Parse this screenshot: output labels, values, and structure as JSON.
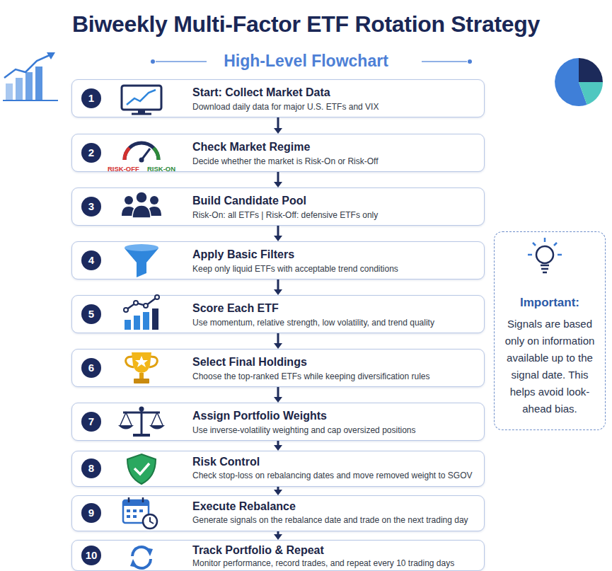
{
  "diagram": {
    "title": "Biweekly Multi-Factor ETF Rotation Strategy",
    "nodes": [
      {
        "text": [
          "Start: Collect Market Data",
          "Download daily data for major U.S. ETFs and VIX"
        ]
      },
      {
        "text": [
          "1"
        ],
        "in": 0
      },
      {
        "text": [
          "Check Market Regime",
          "Decide whether the market is Risk-On or Risk-Off"
        ]
      },
      {
        "text": [
          "2"
        ],
        "in": 2
      },
      {
        "text": [
          "Build Candidate Pool",
          "Risk-On: all ETFs | Risk-Off: defensive ETFs only"
        ]
      },
      {
        "text": [
          "3"
        ],
        "in": 4
      },
      {
        "text": [
          "Apply Basic Filters",
          "Keep only liquid ETFs with acceptable trend conditions"
        ]
      },
      {
        "text": [
          "4"
        ],
        "in": 6
      },
      {
        "text": [
          "Score Each ETF",
          "Use momentum, relative strength, low volatility, and trend quality"
        ]
      },
      {
        "text": [
          "5"
        ],
        "in": 8
      },
      {
        "text": [
          "Select Final Holdings",
          "Choose the top-ranked ETFs while keeping diversification rules"
        ]
      },
      {
        "text": [
          "6"
        ],
        "in": 10
      },
      {
        "text": [
          "Assign Portfolio Weights",
          "Use inverse-volatility weighting and cap oversized positions"
        ]
      },
      {
        "text": [
          "7"
        ],
        "in": 12
      },
      {
        "text": [
          "Risk Control",
          "Check stop-loss on rebalancing dates and move removed weight to SGOV"
        ]
      },
      {
        "text": [
          "8"
        ],
        "in": 14
      },
      {
        "text": [
          "Execute Rebalance",
          "Generate signals on the rebalance date and trade on the next trading day"
        ]
      },
      {
        "text": [
          "9"
        ],
        "in": 16
      },
      {
        "text": [
          "Track Portfolio & Repeat",
          "Monitor performance, record trades, and repeat every 10 trading days"
        ]
      },
      {
        "text": [
          "10"
        ],
        "in": 18
      },
      {
        "text": [
          "Important:",
          "Signals are based only on information available up to the signal date. This helps avoid look-ahead bias."
        ]
      }
    ],
    "edges": [
      {
        "from": 0,
        "to": 2,
        "arrow": "to"
      },
      {
        "from": 2,
        "to": 4,
        "arrow": "to"
      },
      {
        "from": 4,
        "to": 6,
        "arrow": "to"
      },
      {
        "from": 6,
        "to": 8,
        "arrow": "to"
      },
      {
        "from": 8,
        "to": 10,
        "arrow": "to"
      },
      {
        "from": 10,
        "to": 12,
        "arrow": "to"
      },
      {
        "from": 12,
        "to": 14,
        "arrow": "to"
      },
      {
        "from": 14,
        "to": 16,
        "arrow": "to"
      },
      {
        "from": 16,
        "to": 18,
        "arrow": "to"
      }
    ],
    "labels": [
      "High-Level Flowchart",
      "RISK-OFF",
      "RISK-ON"
    ]
  }
}
